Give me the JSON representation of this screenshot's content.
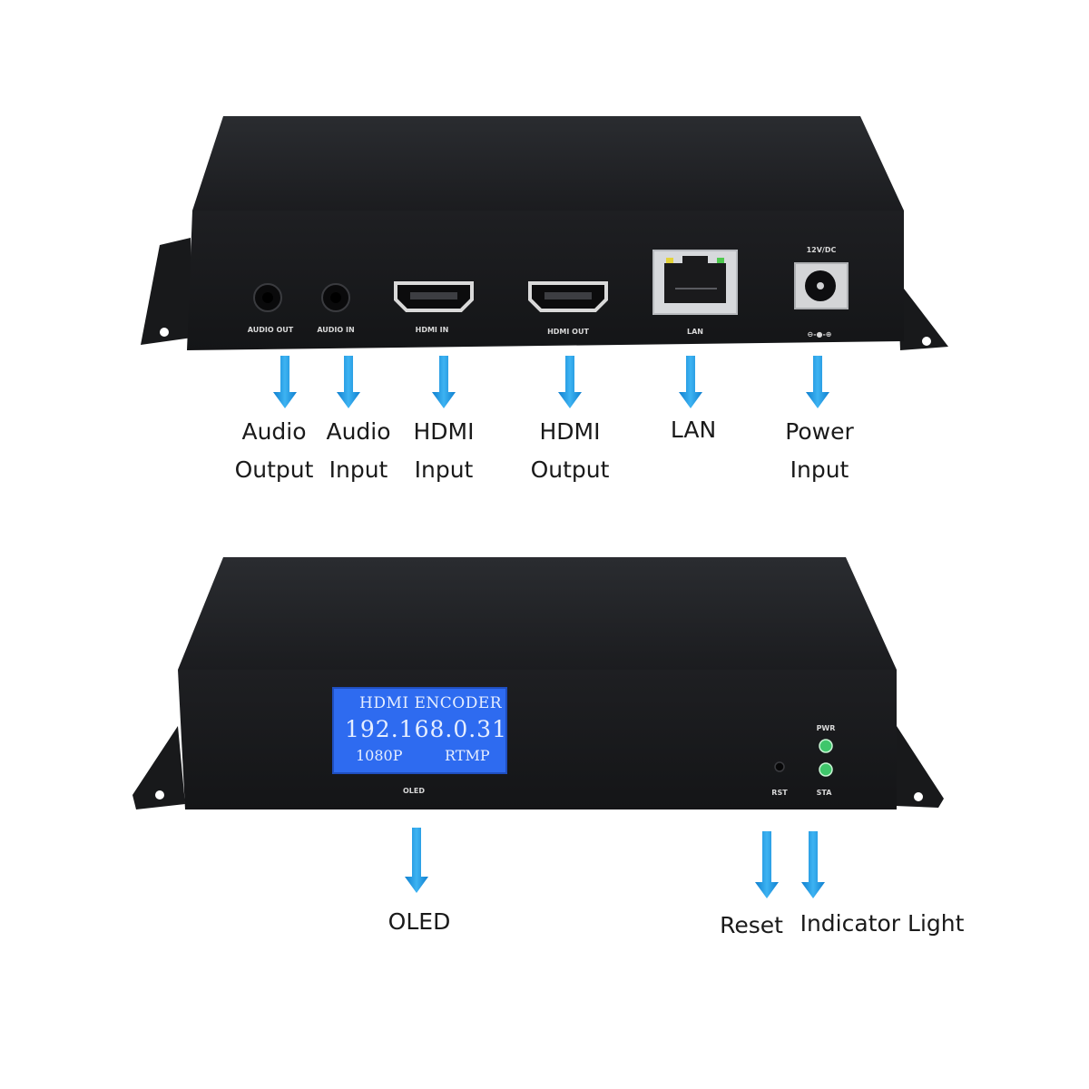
{
  "rear_panel": {
    "port_labels": {
      "audio_out": "AUDIO OUT",
      "audio_in": "AUDIO IN",
      "hdmi_in": "HDMI IN",
      "hdmi_out": "HDMI OUT",
      "lan": "LAN",
      "power_rating": "12V/DC",
      "polarity": "⊖-●-⊕"
    },
    "callouts": {
      "audio_output": [
        "Audio",
        "Output"
      ],
      "audio_input": [
        "Audio",
        "Input"
      ],
      "hdmi_input": [
        "HDMI",
        "Input"
      ],
      "hdmi_output": [
        "HDMI",
        "Output"
      ],
      "lan": [
        "LAN"
      ],
      "power_input": [
        "Power",
        "Input"
      ]
    }
  },
  "front_panel": {
    "oled_display": {
      "line1": "HDMI ENCODER",
      "line2": "192.168.0.31",
      "line3_left": "1080P",
      "line3_right": "RTMP"
    },
    "labels": {
      "oled": "OLED",
      "rst": "RST",
      "pwr": "PWR",
      "sta": "STA"
    },
    "callouts": {
      "oled": "OLED",
      "reset": "Reset",
      "indicator_light": "Indicator Light"
    }
  },
  "colors": {
    "arrow": "#1a9ae0",
    "housing": "#1c1d20",
    "oled": "#2e6bf0",
    "led": "#3fc66b"
  }
}
